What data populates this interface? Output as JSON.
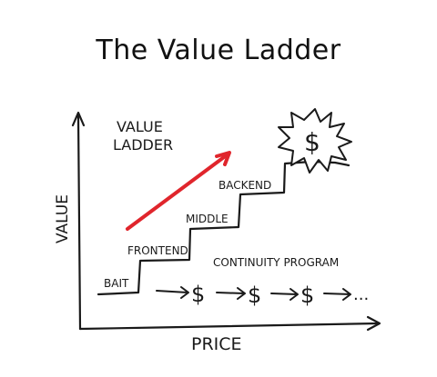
{
  "title": "The Value Ladder",
  "labels": {
    "value_ladder_line1": "VALUE",
    "value_ladder_line2": "LADDER",
    "y_axis": "VALUE",
    "x_axis": "PRICE",
    "bait": "BAIT",
    "frontend": "FRONTEND",
    "middle": "MIDDLE",
    "backend": "BACKEND",
    "continuity": "CONTINUITY PROGRAM",
    "dollar": "$",
    "ellipsis": "..."
  },
  "colors": {
    "ink": "#1a1a1a",
    "arrow": "#e0252c"
  }
}
